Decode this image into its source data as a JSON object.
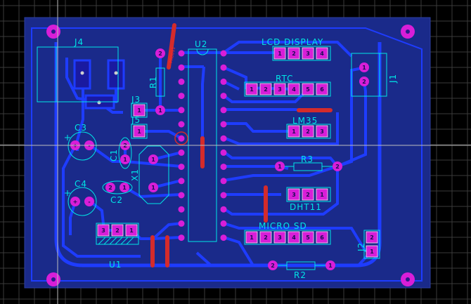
{
  "labels": {
    "j4": "J4",
    "u2": "U2",
    "r1": "R1",
    "r1_small": "PR0011",
    "lcd": "LCD DISPLAY",
    "rtc": "RTC",
    "j1": "J1",
    "j3": "J3",
    "j5": "J5",
    "c3": "C3",
    "c1": "C1",
    "x1": "X1",
    "lm35": "LM35",
    "r3": "R3",
    "c4": "C4",
    "c2": "C2",
    "dht11": "DHT11",
    "micro_sd": "MICRO SD",
    "j2": "J2",
    "u1": "U1",
    "r2": "R2"
  },
  "pads": {
    "lcd": [
      "1",
      "2",
      "3",
      "4"
    ],
    "rtc": [
      "1",
      "2",
      "3",
      "4",
      "5",
      "6"
    ],
    "lm35": [
      "1",
      "2",
      "3"
    ],
    "dht11": [
      "3",
      "2",
      "1"
    ],
    "microsd": [
      "1",
      "2",
      "3",
      "4",
      "5",
      "6"
    ],
    "u1": [
      "3",
      "2",
      "1"
    ],
    "j1": [
      "1",
      "2"
    ],
    "j2": [
      "2",
      "1"
    ],
    "j3": [
      "1"
    ],
    "j5": [
      "1"
    ],
    "r1_pads": [
      "2"
    ],
    "r3_pads": [
      "1",
      "2"
    ],
    "r2_pads": [
      "2",
      "1"
    ],
    "c3_pads": [
      "+",
      "-"
    ],
    "c4_pads": [
      "+",
      "-"
    ],
    "c1_pads": [
      "2",
      "1"
    ],
    "c2_pads": [
      "2",
      "1"
    ],
    "x1_pads": [
      "1",
      "1"
    ],
    "c1_extra": [
      "1"
    ]
  },
  "colors": {
    "background": "#000000",
    "grid": "#3a3a3a",
    "board": "#1a2a8a",
    "trace": "#1e3cff",
    "silk": "#00e6e6",
    "pad": "#d81ed8",
    "top_trace": "#d42b2b",
    "mount": "#d81ed8"
  }
}
